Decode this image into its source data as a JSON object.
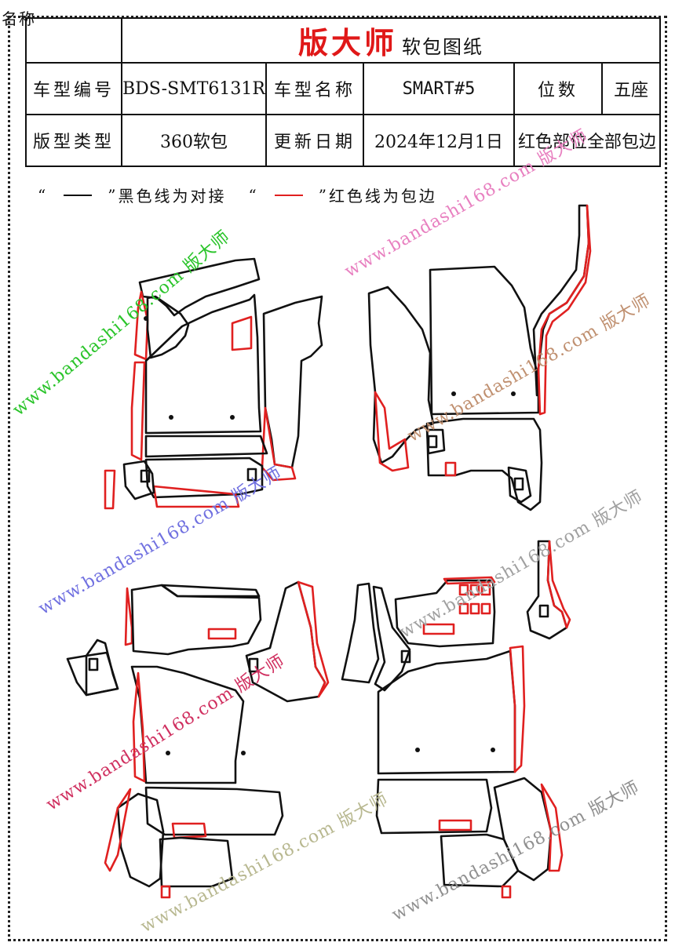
{
  "corner_label": "名称",
  "title": {
    "brand": "版大师",
    "suffix": "软包图纸"
  },
  "spec": {
    "row1": {
      "l1": "车型编号",
      "v1": "BDS-SMT6131R",
      "l2": "车型名称",
      "v2": "SMART#5",
      "l3": "位数",
      "v3": "五座"
    },
    "row2": {
      "l1": "版型类型",
      "v1": "360软包",
      "l2": "更新日期",
      "v2": "2024年12月1日",
      "v3": "红色部位全部包边"
    }
  },
  "legend": {
    "q_open": "“",
    "q_close": "”",
    "black_text": "黑色线为对接",
    "red_text": "红色线为包边",
    "black_color": "#111111",
    "red_color": "#e02020"
  },
  "watermark": {
    "url": "www.bandashi168.com",
    "brand": "版大师"
  }
}
